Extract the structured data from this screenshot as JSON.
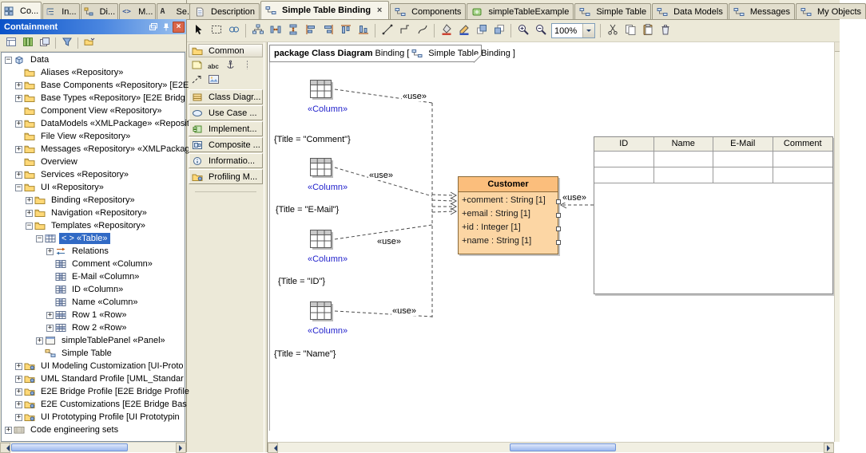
{
  "colors": {
    "selection": "#316ac5",
    "titlebar_start": "#0a52c8",
    "titlebar_end": "#9ec3ee",
    "class_header": "#fbbe7c",
    "class_body": "#fcd6a4",
    "stereotype_blue": "#2222cc",
    "canvas": "#ffffff",
    "chrome": "#ece9d8"
  },
  "explorer_tabs": [
    {
      "label": "Co...",
      "icon": "containment-tab"
    },
    {
      "label": "In...",
      "icon": "inheritance-tab"
    },
    {
      "label": "Di...",
      "icon": "diagrams-tab"
    },
    {
      "label": "M...",
      "icon": "model-extensions-tab"
    },
    {
      "label": "Se...",
      "icon": "search-tab"
    }
  ],
  "containment_panel": {
    "title": "Containment",
    "toolbar": [
      "collapse-all",
      "show-columns",
      "dock-windows",
      "|",
      "filter",
      "|",
      "open-options"
    ],
    "tree": [
      {
        "label": "Data",
        "level": 0,
        "expander": "minus",
        "icon": "cube"
      },
      {
        "label": "Aliases «Repository»",
        "level": 1,
        "expander": "none",
        "icon": "folder"
      },
      {
        "label": "Base Components «Repository» [E2E",
        "level": 1,
        "expander": "plus",
        "icon": "folder"
      },
      {
        "label": "Base Types «Repository» [E2E Bridg",
        "level": 1,
        "expander": "plus",
        "icon": "folder"
      },
      {
        "label": "Component View «Repository»",
        "level": 1,
        "expander": "none",
        "icon": "folder"
      },
      {
        "label": "DataModels «XMLPackage» «Reposit",
        "level": 1,
        "expander": "plus",
        "icon": "folder"
      },
      {
        "label": "File View «Repository»",
        "level": 1,
        "expander": "none",
        "icon": "folder"
      },
      {
        "label": "Messages «Repository» «XMLPackag",
        "level": 1,
        "expander": "plus",
        "icon": "folder"
      },
      {
        "label": "Overview",
        "level": 1,
        "expander": "none",
        "icon": "folder"
      },
      {
        "label": "Services «Repository»",
        "level": 1,
        "expander": "plus",
        "icon": "folder"
      },
      {
        "label": "UI «Repository»",
        "level": 1,
        "expander": "minus",
        "icon": "folder"
      },
      {
        "label": "Binding «Repository»",
        "level": 2,
        "expander": "plus",
        "icon": "folder"
      },
      {
        "label": "Navigation «Repository»",
        "level": 2,
        "expander": "plus",
        "icon": "folder"
      },
      {
        "label": "Templates «Repository»",
        "level": 2,
        "expander": "minus",
        "icon": "folder"
      },
      {
        "label": "< > «Table»",
        "level": 3,
        "expander": "minus",
        "icon": "table",
        "selected": true
      },
      {
        "label": "Relations",
        "level": 4,
        "expander": "plus",
        "icon": "relations"
      },
      {
        "label": "Comment «Column»",
        "level": 4,
        "expander": "none",
        "icon": "column"
      },
      {
        "label": "E-Mail «Column»",
        "level": 4,
        "expander": "none",
        "icon": "column"
      },
      {
        "label": "ID «Column»",
        "level": 4,
        "expander": "none",
        "icon": "column"
      },
      {
        "label": "Name «Column»",
        "level": 4,
        "expander": "none",
        "icon": "column"
      },
      {
        "label": "Row 1 «Row»",
        "level": 4,
        "expander": "plus",
        "icon": "row"
      },
      {
        "label": "Row 2 «Row»",
        "level": 4,
        "expander": "plus",
        "icon": "row"
      },
      {
        "label": "simpleTablePanel «Panel»",
        "level": 3,
        "expander": "plus",
        "icon": "panel"
      },
      {
        "label": "Simple Table",
        "level": 3,
        "expander": "none",
        "icon": "diagram"
      },
      {
        "label": "UI Modeling Customization [UI-Proto",
        "level": 1,
        "expander": "plus",
        "icon": "profile"
      },
      {
        "label": "UML Standard Profile [UML_Standar",
        "level": 1,
        "expander": "plus",
        "icon": "profile"
      },
      {
        "label": "E2E Bridge Profile [E2E Bridge Profile",
        "level": 1,
        "expander": "plus",
        "icon": "profile"
      },
      {
        "label": "E2E Customizations [E2E Bridge Bas",
        "level": 1,
        "expander": "plus",
        "icon": "profile"
      },
      {
        "label": "UI Prototyping Profile [UI Prototypin",
        "level": 1,
        "expander": "plus",
        "icon": "profile"
      },
      {
        "label": "Code engineering sets",
        "level": 0,
        "expander": "plus",
        "icon": "code"
      }
    ]
  },
  "document_tabs": [
    {
      "label": "Description",
      "icon": "page",
      "active": false,
      "closable": false
    },
    {
      "label": "Simple Table Binding",
      "icon": "dgm",
      "active": true,
      "closable": true
    },
    {
      "label": "Components",
      "icon": "dgm",
      "active": false,
      "closable": false
    },
    {
      "label": "simpleTableExample",
      "icon": "green",
      "active": false,
      "closable": false
    },
    {
      "label": "Simple Table",
      "icon": "dgm",
      "active": false,
      "closable": false
    },
    {
      "label": "Data Models",
      "icon": "dgm",
      "active": false,
      "closable": false
    },
    {
      "label": "Messages",
      "icon": "dgm",
      "active": false,
      "closable": false
    },
    {
      "label": "My Objects",
      "icon": "dgm",
      "active": false,
      "closable": false
    }
  ],
  "main_toolbar": {
    "items": [
      "select-tool",
      "marquee",
      "glue-link",
      "|",
      "quick-layout",
      "distribute-horizontal",
      "distribute-vertical",
      "align-left",
      "align-right",
      "align-top",
      "align-bottom",
      "|",
      "oblique-path",
      "rectilinear-path",
      "curved-path",
      "|",
      "fill-color",
      "line-color",
      "bring-to-front",
      "send-to-back",
      "|",
      "zoom-in",
      "zoom-out",
      "ZOOM",
      "|",
      "cut",
      "copy",
      "paste",
      "delete"
    ],
    "zoom_value": "100%"
  },
  "palette": {
    "title": "Common",
    "tools": [
      "note",
      "text-box",
      "anchor",
      "separator",
      "dependency",
      "image-shape"
    ],
    "sections": [
      {
        "label": "Class Diagr...",
        "icon": "class-diagram"
      },
      {
        "label": "Use Case ...",
        "icon": "use-case-diagram"
      },
      {
        "label": "Implement...",
        "icon": "implementation-diagram"
      },
      {
        "label": "Composite ...",
        "icon": "composite-diagram"
      },
      {
        "label": "Informatio...",
        "icon": "information-flow-diagram"
      },
      {
        "label": "Profiling M...",
        "icon": "profiling-diagram"
      }
    ]
  },
  "diagram": {
    "header": {
      "keyword": "package",
      "type": "Class Diagram",
      "name": "Binding",
      "bracket_open": "[",
      "diagram_name": "Simple Table Binding",
      "bracket_close": "]"
    },
    "use_label": "«use»",
    "columns": [
      {
        "stereotype": "«Column»",
        "note": "{Title = \"Comment\"}"
      },
      {
        "stereotype": "«Column»",
        "note": "{Title = \"E-Mail\"}"
      },
      {
        "stereotype": "«Column»",
        "note": "{Title = \"ID\"}"
      },
      {
        "stereotype": "«Column»",
        "note": "{Title = \"Name\"}"
      }
    ],
    "customer_class": {
      "name": "Customer",
      "attributes": [
        "+comment : String [1]",
        "+email : String [1]",
        "+id : Integer [1]",
        "+name : String [1]"
      ]
    },
    "table_preview": {
      "headers": [
        "ID",
        "Name",
        "E-Mail",
        "Comment"
      ]
    }
  }
}
